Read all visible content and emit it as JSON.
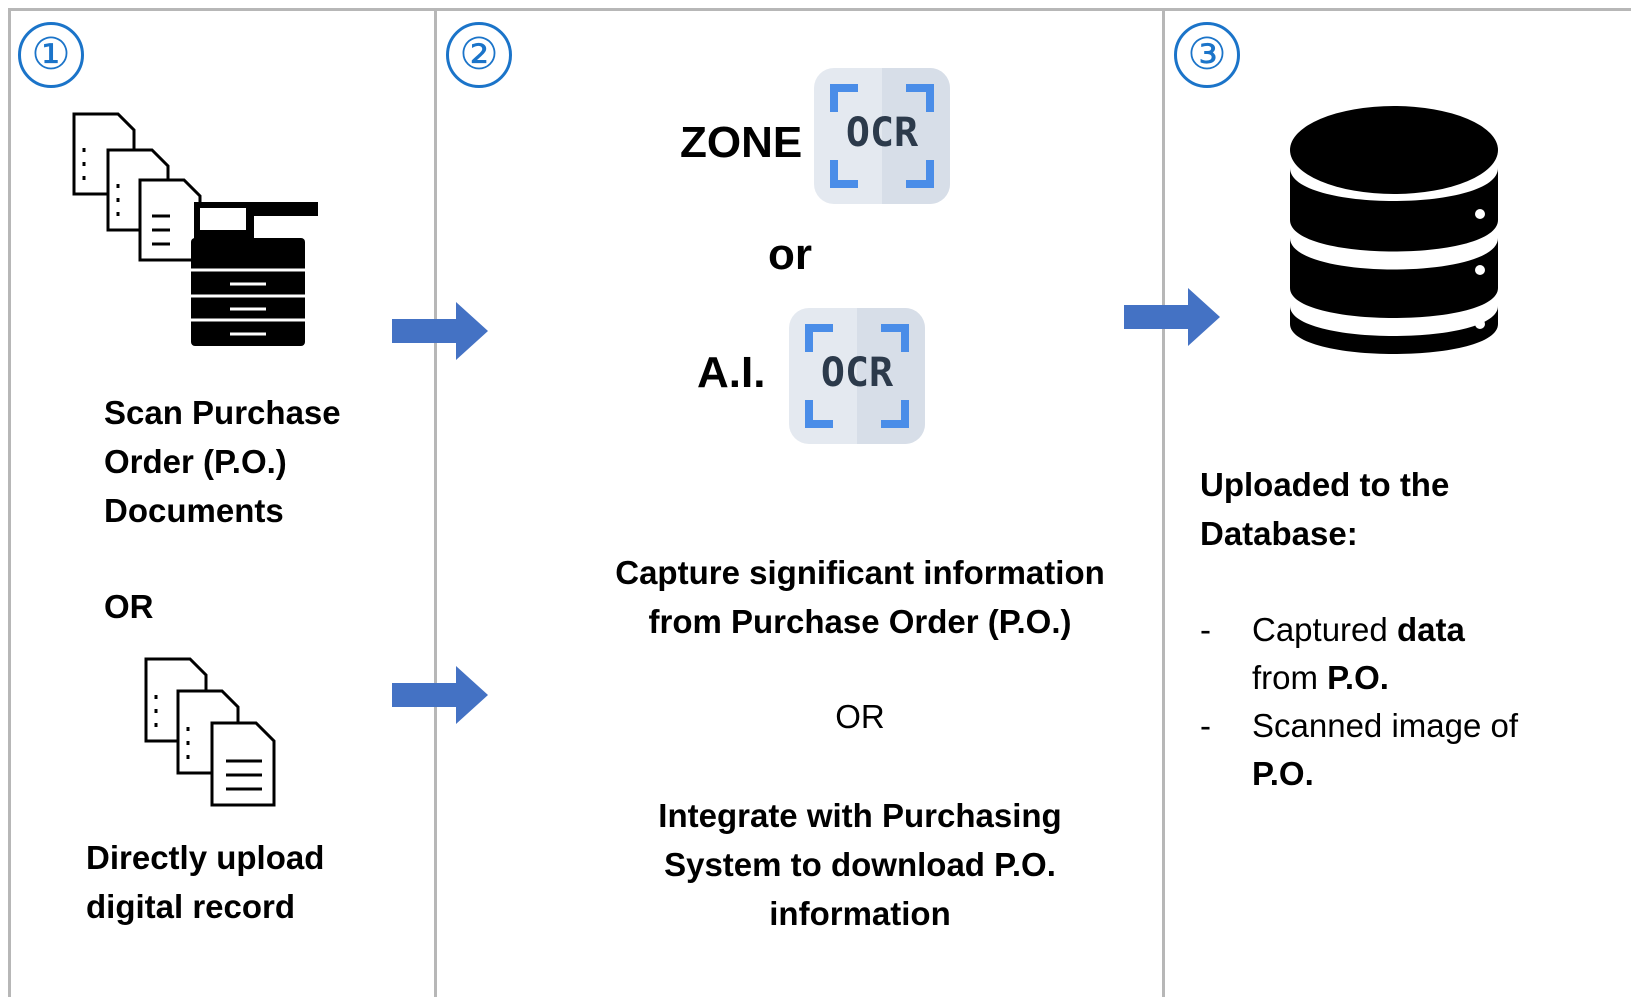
{
  "steps": [
    {
      "number": "①",
      "scan_text": "Scan Purchase Order (P.O.) Documents",
      "or_text": "OR",
      "upload_text": "Directly upload digital record"
    },
    {
      "number": "②",
      "zone_label": "ZONE",
      "ocr_badge": "OCR",
      "or_small": "or",
      "ai_label": "A.I.",
      "capture_text": "Capture significant information from Purchase Order (P.O.)",
      "or_text": "OR",
      "integrate_text": "Integrate with Purchasing System to download P.O. information"
    },
    {
      "number": "③",
      "title": "Uploaded to the Database:",
      "items": [
        {
          "dash": "-",
          "pre": "Captured ",
          "bold": "data",
          "mid": " from ",
          "bold2": "P.O."
        },
        {
          "dash": "-",
          "pre": "Scanned image of ",
          "bold": "P.O."
        }
      ]
    }
  ],
  "colors": {
    "step_circle": "#1b74c9",
    "arrow": "#4472c4",
    "border": "#b7b7b7",
    "ocr_bg": "#e4e9f0",
    "ocr_corner": "#4a8de8",
    "ocr_text": "#2c3a4b"
  },
  "icons": [
    "documents-icon",
    "scanner-icon",
    "ocr-icon",
    "database-icon",
    "arrow-right-icon"
  ]
}
